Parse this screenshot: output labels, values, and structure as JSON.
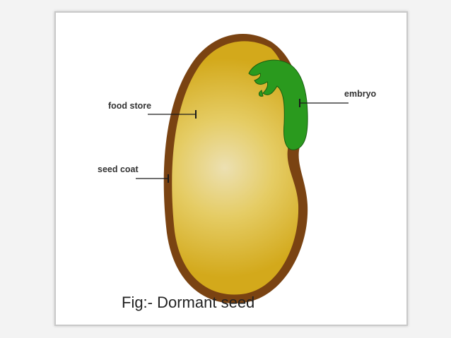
{
  "labels": {
    "food_store": "food store",
    "seed_coat": "seed coat",
    "embryo": "embryo"
  },
  "caption": "Fig:- Dormant seed",
  "colors": {
    "seed_coat": "#7a4312",
    "cotyledon_edge": "#d1a91b",
    "cotyledon_center": "#ecdfb0",
    "embryo": "#2a9a1e",
    "background": "#ffffff"
  }
}
